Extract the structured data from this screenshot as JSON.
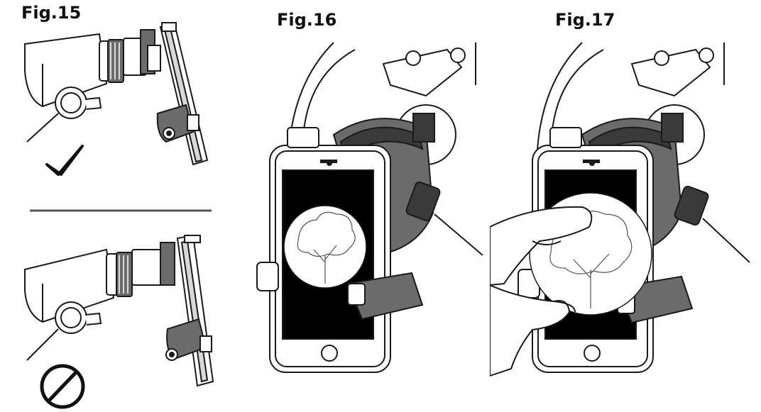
{
  "figures": [
    {
      "label": "Fig.15"
    },
    {
      "label": "Fig.16"
    },
    {
      "label": "Fig.17"
    }
  ],
  "colors": {
    "line": "#1a1a1a",
    "screen": "#000000",
    "phone_body": "#ffffff",
    "adapter": "#6b6b6b",
    "adapter_dark": "#3a3a3a",
    "divider": "#555555"
  },
  "icons": [
    "checkmark-icon",
    "prohibited-icon",
    "tree-icon",
    "hand-icon"
  ]
}
